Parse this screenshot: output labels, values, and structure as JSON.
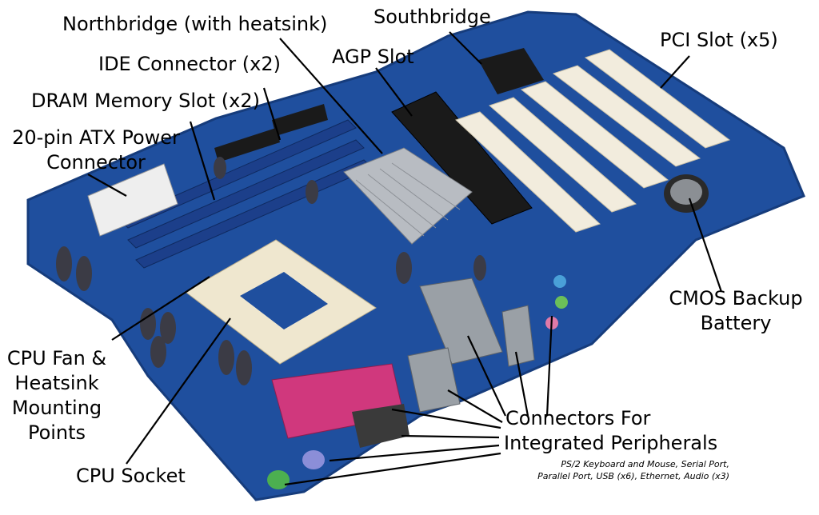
{
  "labels": {
    "northbridge": "Northbridge (with heatsink)",
    "southbridge": "Southbridge",
    "ide": "IDE Connector (x2)",
    "agp": "AGP Slot",
    "pci": "PCI Slot (x5)",
    "dram": "DRAM Memory Slot (x2)",
    "atx_line1": "20-pin ATX Power",
    "atx_line2": "Connector",
    "cmos_line1": "CMOS Backup",
    "cmos_line2": "Battery",
    "fan_line1": "CPU Fan &",
    "fan_line2": "Heatsink",
    "fan_line3": "Mounting",
    "fan_line4": "Points",
    "cpu_socket": "CPU Socket",
    "conn_line1": "Connectors For",
    "conn_line2": "Integrated Peripherals",
    "note_line1": "PS/2 Keyboard and Mouse, Serial Port,",
    "note_line2": "Parallel Port, USB (x6), Ethernet, Audio (x3)"
  },
  "colors": {
    "pcb": "#1f4f9e",
    "pcb_dark": "#163c7c",
    "slot_white": "#f2ecdd",
    "agp_black": "#1a1a1a",
    "heatsink": "#b8bcc2",
    "parallel_magenta": "#d0387d",
    "socket_cream": "#efe7cf",
    "leader": "#000000"
  },
  "marks": {
    "board_pattern": "M 35 250 L 270 148 L 470 90 L 560 45 L 660 15 L 720 18 L 980 185 L 1005 245 L 870 300 L 740 430 L 580 500 L 525 520 L 380 615 L 320 625 L 185 470 L 140 400 L 35 330 Z"
  }
}
